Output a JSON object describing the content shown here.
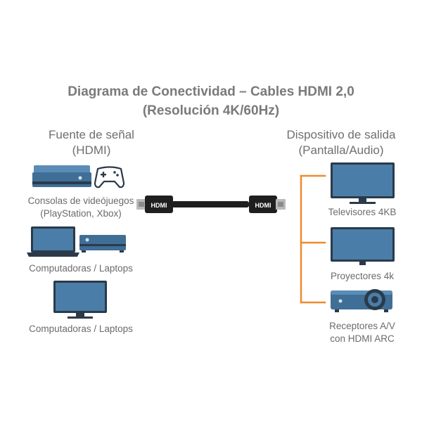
{
  "title": {
    "line1": "Diagrama de Conectividad – Cables HDMI 2,0",
    "line2": "(Resolución 4K/60Hz)"
  },
  "source": {
    "heading_line1": "Fuente de señal",
    "heading_line2": "(HDMI)",
    "devices": [
      {
        "label_line1": "Consolas de videójuegos",
        "label_line2": "(PlayStation, Xbox)",
        "icon": "game-console-icon"
      },
      {
        "label_line1": "Computadoras / Laptops",
        "label_line2": "",
        "icon": "laptop-desktop-icon"
      },
      {
        "label_line1": "Computadoras / Laptops",
        "label_line2": "",
        "icon": "monitor-icon"
      }
    ]
  },
  "cable": {
    "left_connector_label": "HDMI",
    "right_connector_label": "HDMI"
  },
  "output": {
    "heading_line1": "Dispositivo de salida",
    "heading_line2": "(Pantalla/Audio)",
    "devices": [
      {
        "label_line1": "Televisores 4KB",
        "label_line2": "",
        "icon": "tv-icon"
      },
      {
        "label_line1": "Proyectores 4k",
        "label_line2": "",
        "icon": "display-icon"
      },
      {
        "label_line1": "Receptores A/V",
        "label_line2": "con HDMI ARC",
        "icon": "projector-icon"
      }
    ]
  },
  "colors": {
    "device_fill": "#4a7ea8",
    "device_dark": "#2b3a4a",
    "bracket": "#ef8a2e",
    "cable": "#1f1f1f"
  }
}
